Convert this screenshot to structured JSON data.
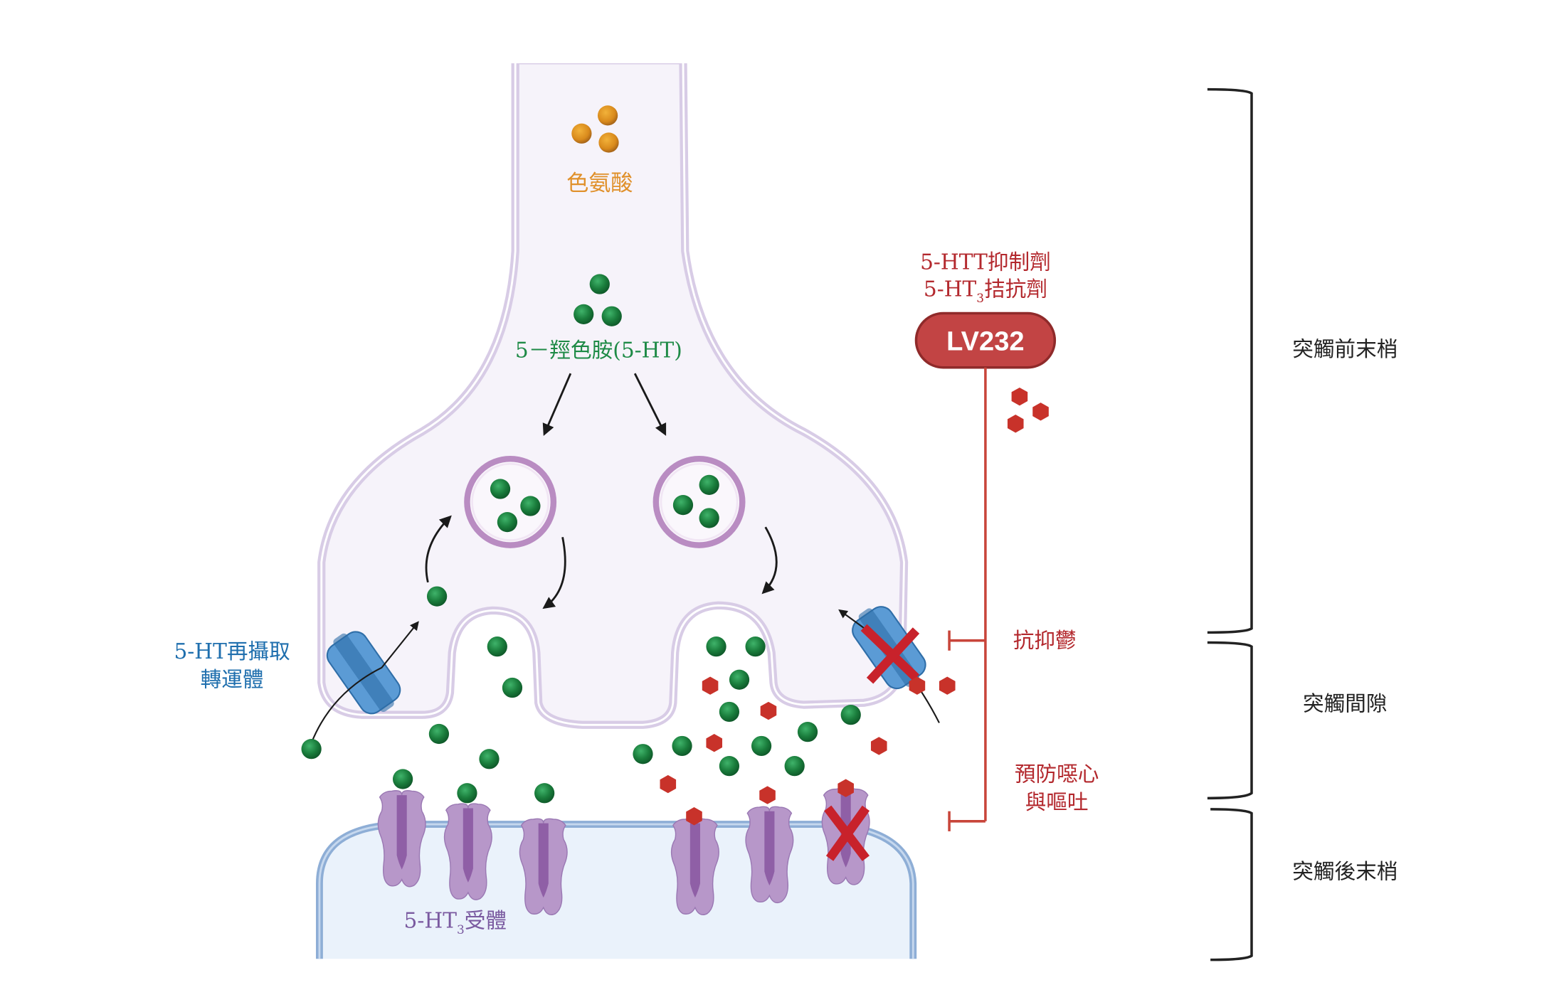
{
  "labels": {
    "tryptophan": "色氨酸",
    "serotonin": "5－羥色胺(5-HT)",
    "reuptake_transporter_line1": "5-HT再攝取",
    "reuptake_transporter_line2": "轉運體",
    "drug_class_line1": "5-HTT抑制劑",
    "drug_class_line2_prefix": "5-HT",
    "drug_class_line2_sub": "3",
    "drug_class_line2_suffix": "拮抗劑",
    "drug_name": "LV232",
    "effect_antidepressant": "抗抑鬱",
    "effect_antiemetic_line1": "預防噁心",
    "effect_antiemetic_line2": "與嘔吐",
    "receptor_prefix": "5-HT",
    "receptor_sub": "3",
    "receptor_suffix": "受體"
  },
  "regions": [
    {
      "label": "突觸前末梢"
    },
    {
      "label": "突觸間隙"
    },
    {
      "label": "突觸後末梢"
    }
  ],
  "colors": {
    "tryptophan": "#e0902a",
    "serotonin": "#1e8a46",
    "transporter": "#1f6fae",
    "drug": "#b3282d",
    "receptor": "#7a5aa0",
    "presynaptic_fill": "#f6f3fa",
    "presynaptic_membrane": "#d8cce6",
    "postsynaptic_fill": "#eaf2fb",
    "postsynaptic_membrane": "#8eaed6",
    "bracket": "#222222"
  }
}
